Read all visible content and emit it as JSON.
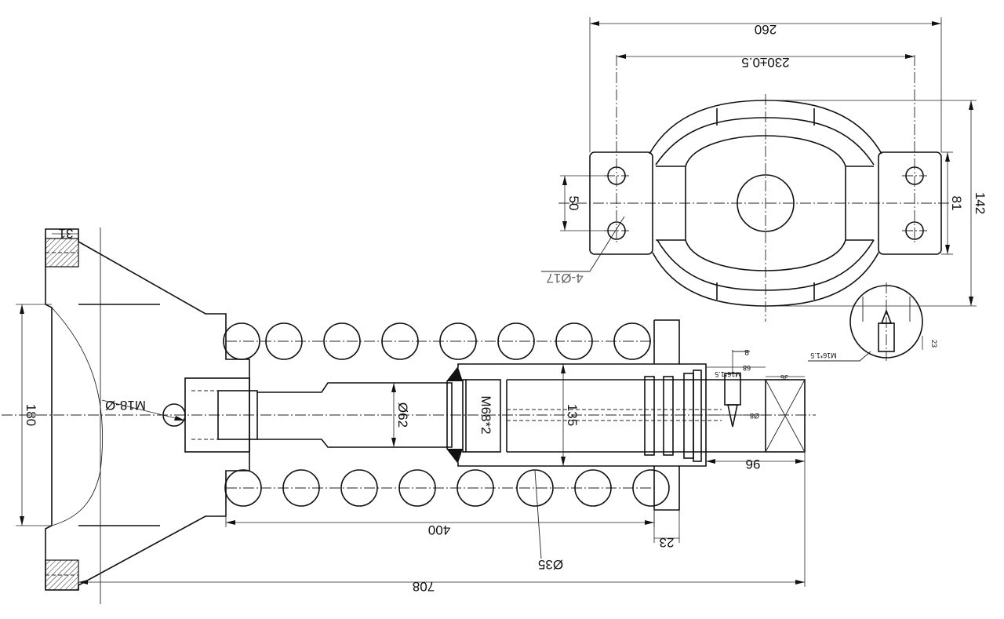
{
  "drawing": {
    "front_view": {
      "dimensions": {
        "overall_width": "260",
        "hole_spacing": "230±0.5",
        "height": "142",
        "boss_height": "81",
        "hole_offset": "50",
        "holes": "4-Ø17"
      }
    },
    "side_view": {
      "dimensions": {
        "flange_thickness": "31",
        "flange_height": "180",
        "thread_small": "M18-Ø",
        "shaft_diameter": "Ø62",
        "thread_large": "M68*2",
        "bore": "135",
        "end_length": "96",
        "roller_span": "400",
        "collar_width": "23",
        "roller_diameter": "Ø35",
        "total_length": "708"
      }
    },
    "detail": {
      "thread_port": "M16*1.5",
      "thread_port_2": "M16*1.5",
      "port_offset": "68",
      "port_depth": "36",
      "pin_diameter": "Ø8",
      "port_label": "B",
      "detail_height": "23"
    }
  }
}
